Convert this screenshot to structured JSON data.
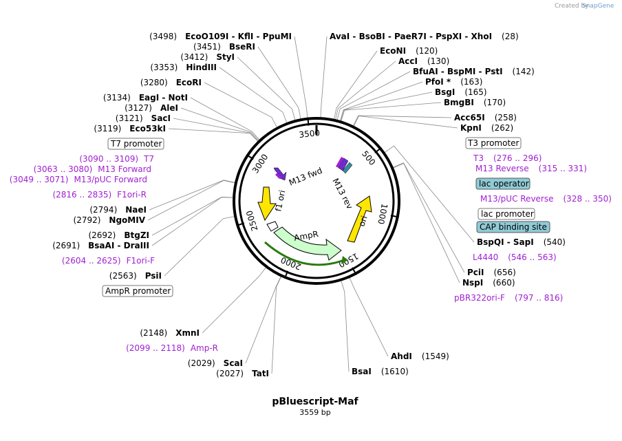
{
  "plasmid": {
    "name": "pBluescript-Maf",
    "length_label": "3559 bp",
    "length": 3559
  },
  "credit": {
    "prefix": "Created by",
    "brand": "SnapGene"
  },
  "scale_ticks": [
    "500",
    "1000",
    "1500",
    "2000",
    "2500",
    "3000",
    "3500"
  ],
  "sites": [
    {
      "pos": "(3498)",
      "name": "EcoO109I  - KflI  - PpuMI",
      "bp": 3498
    },
    {
      "pos": "(3451)",
      "name": "BseRI",
      "bp": 3451
    },
    {
      "pos": "(3412)",
      "name": "StyI",
      "bp": 3412
    },
    {
      "pos": "(3353)",
      "name": "HindIII",
      "bp": 3353
    },
    {
      "pos": "(3280)",
      "name": "EcoRI",
      "bp": 3280
    },
    {
      "pos": "(3134)",
      "name": "EagI  - NotI",
      "bp": 3134
    },
    {
      "pos": "(3127)",
      "name": "AleI",
      "bp": 3127
    },
    {
      "pos": "(3121)",
      "name": "SacI",
      "bp": 3121
    },
    {
      "pos": "(3119)",
      "name": "Eco53kI",
      "bp": 3119
    },
    {
      "pos": "(2794)",
      "name": "NaeI",
      "bp": 2794
    },
    {
      "pos": "(2792)",
      "name": "NgoMIV",
      "bp": 2792
    },
    {
      "pos": "(2692)",
      "name": "BtgZI",
      "bp": 2692
    },
    {
      "pos": "(2691)",
      "name": "BsaAI  - DraIII",
      "bp": 2691
    },
    {
      "pos": "(2563)",
      "name": "PsiI",
      "bp": 2563
    },
    {
      "pos": "(2148)",
      "name": "XmnI",
      "bp": 2148
    },
    {
      "pos": "(2029)",
      "name": "ScaI",
      "bp": 2029
    },
    {
      "pos": "(2027)",
      "name": "TatI",
      "bp": 2027
    },
    {
      "pos": "(28)",
      "name": "AvaI  - BsoBI  - PaeR7I  - PspXI  - XhoI",
      "bp": 28
    },
    {
      "pos": "(120)",
      "name": "EcoNI",
      "bp": 120
    },
    {
      "pos": "(130)",
      "name": "AccI",
      "bp": 130
    },
    {
      "pos": "(142)",
      "name": "BfuAI  - BspMI  - PstI",
      "bp": 142
    },
    {
      "pos": "(163)",
      "name": "PfoI *",
      "bp": 163
    },
    {
      "pos": "(165)",
      "name": "BsgI",
      "bp": 165
    },
    {
      "pos": "(170)",
      "name": "BmgBI",
      "bp": 170
    },
    {
      "pos": "(258)",
      "name": "Acc65I",
      "bp": 258
    },
    {
      "pos": "(262)",
      "name": "KpnI",
      "bp": 262
    },
    {
      "pos": "(540)",
      "name": "BspQI  - SapI",
      "bp": 540
    },
    {
      "pos": "(656)",
      "name": "PciI",
      "bp": 656
    },
    {
      "pos": "(660)",
      "name": "NspI",
      "bp": 660
    },
    {
      "pos": "(1549)",
      "name": "AhdI",
      "bp": 1549
    },
    {
      "pos": "(1610)",
      "name": "BsaI",
      "bp": 1610
    }
  ],
  "primers": [
    {
      "name": "T7",
      "range": "(3090 .. 3109)"
    },
    {
      "name": "M13 Forward",
      "range": "(3063 .. 3080)"
    },
    {
      "name": "M13/pUC Forward",
      "range": "(3049 .. 3071)"
    },
    {
      "name": "F1ori-R",
      "range": "(2816 .. 2835)"
    },
    {
      "name": "F1ori-F",
      "range": "(2604 .. 2625)"
    },
    {
      "name": "Amp-R",
      "range": "(2099 .. 2118)"
    },
    {
      "name": "T3",
      "range": "(276 .. 296)"
    },
    {
      "name": "M13 Reverse",
      "range": "(315 .. 331)"
    },
    {
      "name": "M13/pUC Reverse",
      "range": "(328 .. 350)"
    },
    {
      "name": "L4440",
      "range": "(546 .. 563)"
    },
    {
      "name": "pBR322ori-F",
      "range": "(797 .. 816)"
    }
  ],
  "boxed_features": [
    {
      "name": "T7 promoter",
      "style": "white"
    },
    {
      "name": "T3 promoter",
      "style": "white"
    },
    {
      "name": "lac operator",
      "style": "blue"
    },
    {
      "name": "lac promoter",
      "style": "white"
    },
    {
      "name": "CAP binding site",
      "style": "blue"
    },
    {
      "name": "AmpR promoter",
      "style": "white"
    }
  ],
  "arrow_features": [
    {
      "name": "f1 ori",
      "color": "#ffe600"
    },
    {
      "name": "ori",
      "color": "#ffe600"
    },
    {
      "name": "AmpR",
      "color": "#ccffcc"
    },
    {
      "name": "M13 fwd",
      "color": "#6a2ecc"
    },
    {
      "name": "M13 rev",
      "color": "#6a2ecc"
    }
  ],
  "colors": {
    "primer": "#a020d0",
    "backbone": "#000000",
    "feature_blue": "#8fcbd6",
    "ori_yellow": "#ffe600",
    "ampr_green": "#ccffcc"
  }
}
